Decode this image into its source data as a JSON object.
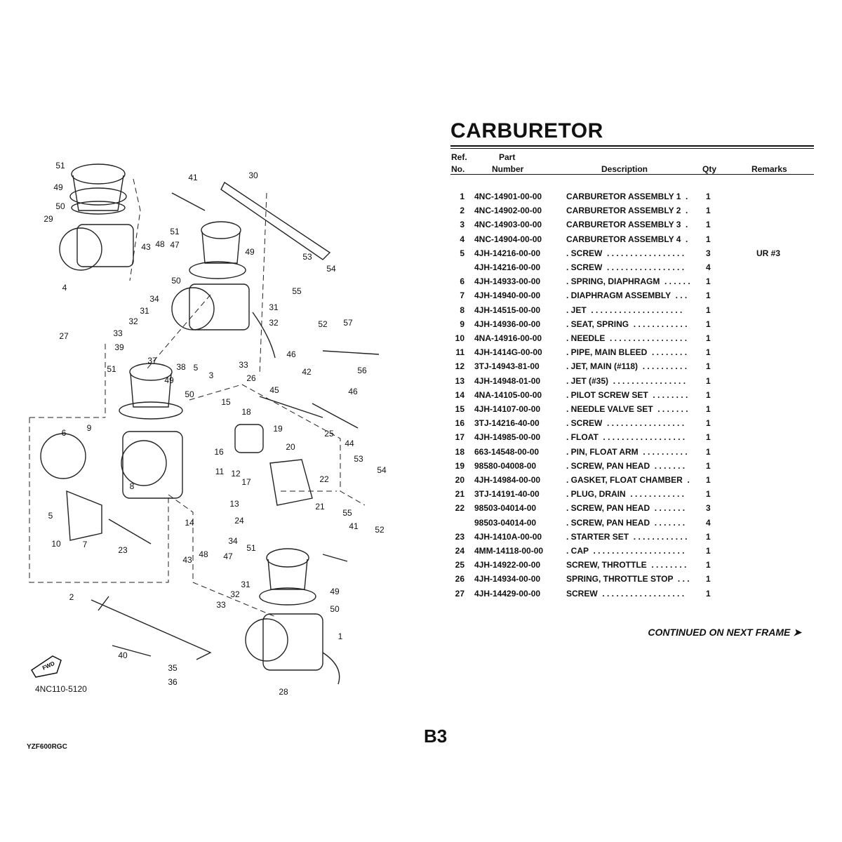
{
  "header": {
    "title": "CARBURETOR"
  },
  "columns": {
    "ref_line1": "Ref.",
    "ref_line2": "No.",
    "part_line1": "Part",
    "part_line2": "Number",
    "description": "Description",
    "qty": "Qty",
    "remarks": "Remarks"
  },
  "rows": [
    {
      "ref": "1",
      "part": "4NC-14901-00-00",
      "desc": "CARBURETOR ASSEMBLY 1  .",
      "qty": "1",
      "remarks": ""
    },
    {
      "ref": "2",
      "part": "4NC-14902-00-00",
      "desc": "CARBURETOR ASSEMBLY 2  .",
      "qty": "1",
      "remarks": ""
    },
    {
      "ref": "3",
      "part": "4NC-14903-00-00",
      "desc": "CARBURETOR ASSEMBLY 3  .",
      "qty": "1",
      "remarks": ""
    },
    {
      "ref": "4",
      "part": "4NC-14904-00-00",
      "desc": "CARBURETOR ASSEMBLY 4  .",
      "qty": "1",
      "remarks": ""
    },
    {
      "ref": "5",
      "part": "4JH-14216-00-00",
      "desc": ". SCREW  . . . . . . . . . . . . . . . . .",
      "qty": "3",
      "remarks": "UR #3"
    },
    {
      "ref": "",
      "part": "4JH-14216-00-00",
      "desc": ". SCREW  . . . . . . . . . . . . . . . . .",
      "qty": "4",
      "remarks": ""
    },
    {
      "ref": "6",
      "part": "4JH-14933-00-00",
      "desc": ". SPRING, DIAPHRAGM  . . . . . .",
      "qty": "1",
      "remarks": ""
    },
    {
      "ref": "7",
      "part": "4JH-14940-00-00",
      "desc": ". DIAPHRAGM ASSEMBLY  . . .",
      "qty": "1",
      "remarks": ""
    },
    {
      "ref": "8",
      "part": "4JH-14515-00-00",
      "desc": ". JET  . . . . . . . . . . . . . . . . . . . .",
      "qty": "1",
      "remarks": ""
    },
    {
      "ref": "9",
      "part": "4JH-14936-00-00",
      "desc": ". SEAT, SPRING  . . . . . . . . . . . .",
      "qty": "1",
      "remarks": ""
    },
    {
      "ref": "10",
      "part": "4NA-14916-00-00",
      "desc": ". NEEDLE  . . . . . . . . . . . . . . . . .",
      "qty": "1",
      "remarks": ""
    },
    {
      "ref": "11",
      "part": "4JH-1414G-00-00",
      "desc": ". PIPE, MAIN BLEED  . . . . . . . .",
      "qty": "1",
      "remarks": ""
    },
    {
      "ref": "12",
      "part": "3TJ-14943-81-00",
      "desc": ". JET, MAIN (#118)  . . . . . . . . . .",
      "qty": "1",
      "remarks": ""
    },
    {
      "ref": "13",
      "part": "4JH-14948-01-00",
      "desc": ". JET (#35)  . . . . . . . . . . . . . . . .",
      "qty": "1",
      "remarks": ""
    },
    {
      "ref": "14",
      "part": "4NA-14105-00-00",
      "desc": ". PILOT SCREW SET  . . . . . . . .",
      "qty": "1",
      "remarks": ""
    },
    {
      "ref": "15",
      "part": "4JH-14107-00-00",
      "desc": ". NEEDLE VALVE SET  . . . . . . .",
      "qty": "1",
      "remarks": ""
    },
    {
      "ref": "16",
      "part": "3TJ-14216-40-00",
      "desc": ". SCREW  . . . . . . . . . . . . . . . . .",
      "qty": "1",
      "remarks": ""
    },
    {
      "ref": "17",
      "part": "4JH-14985-00-00",
      "desc": ". FLOAT  . . . . . . . . . . . . . . . . . .",
      "qty": "1",
      "remarks": ""
    },
    {
      "ref": "18",
      "part": "663-14548-00-00",
      "desc": ". PIN, FLOAT ARM  . . . . . . . . . .",
      "qty": "1",
      "remarks": ""
    },
    {
      "ref": "19",
      "part": "98580-04008-00",
      "desc": ". SCREW, PAN HEAD  . . . . . . .",
      "qty": "1",
      "remarks": ""
    },
    {
      "ref": "20",
      "part": "4JH-14984-00-00",
      "desc": ". GASKET, FLOAT CHAMBER  .",
      "qty": "1",
      "remarks": ""
    },
    {
      "ref": "21",
      "part": "3TJ-14191-40-00",
      "desc": ". PLUG, DRAIN  . . . . . . . . . . . .",
      "qty": "1",
      "remarks": ""
    },
    {
      "ref": "22",
      "part": "98503-04014-00",
      "desc": ". SCREW, PAN HEAD  . . . . . . .",
      "qty": "3",
      "remarks": ""
    },
    {
      "ref": "",
      "part": "98503-04014-00",
      "desc": ". SCREW, PAN HEAD  . . . . . . .",
      "qty": "4",
      "remarks": ""
    },
    {
      "ref": "23",
      "part": "4JH-1410A-00-00",
      "desc": ". STARTER SET  . . . . . . . . . . . .",
      "qty": "1",
      "remarks": ""
    },
    {
      "ref": "24",
      "part": "4MM-14118-00-00",
      "desc": ". CAP  . . . . . . . . . . . . . . . . . . . .",
      "qty": "1",
      "remarks": ""
    },
    {
      "ref": "25",
      "part": "4JH-14922-00-00",
      "desc": "SCREW, THROTTLE  . . . . . . . .",
      "qty": "1",
      "remarks": ""
    },
    {
      "ref": "26",
      "part": "4JH-14934-00-00",
      "desc": "SPRING, THROTTLE STOP  . . .",
      "qty": "1",
      "remarks": ""
    },
    {
      "ref": "27",
      "part": "4JH-14429-00-00",
      "desc": "SCREW  . . . . . . . . . . . . . . . . . .",
      "qty": "1",
      "remarks": ""
    }
  ],
  "continued": "CONTINUED ON NEXT FRAME ➤",
  "page_number": "B3",
  "model": "YZF600RGC",
  "diagram": {
    "code": "4NC110-5120",
    "fwd_label": "FWD",
    "callouts": [
      "51",
      "49",
      "50",
      "29",
      "4",
      "43",
      "48",
      "47",
      "41",
      "30",
      "51",
      "49",
      "50",
      "34",
      "31",
      "32",
      "33",
      "27",
      "39",
      "37",
      "38",
      "5",
      "3",
      "31",
      "32",
      "33",
      "53",
      "54",
      "55",
      "52",
      "57",
      "46",
      "42",
      "56",
      "51",
      "49",
      "50",
      "26",
      "45",
      "46",
      "15",
      "18",
      "19",
      "20",
      "25",
      "44",
      "9",
      "6",
      "16",
      "11",
      "12",
      "17",
      "53",
      "54",
      "22",
      "55",
      "52",
      "21",
      "8",
      "13",
      "24",
      "14",
      "5",
      "10",
      "7",
      "23",
      "34",
      "41",
      "51",
      "43",
      "48",
      "47",
      "2",
      "31",
      "32",
      "33",
      "49",
      "50",
      "1",
      "40",
      "35",
      "36",
      "28"
    ]
  }
}
